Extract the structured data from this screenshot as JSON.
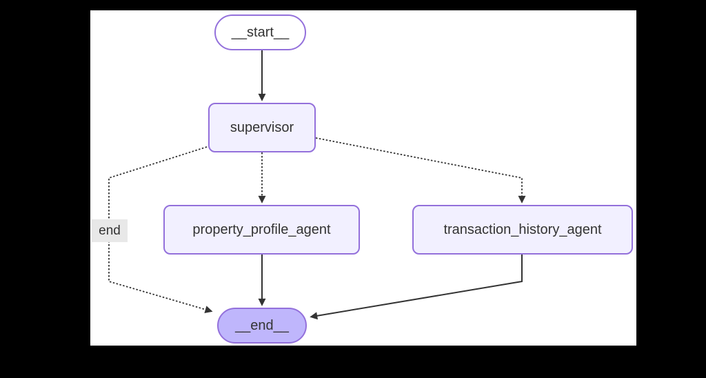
{
  "diagram": {
    "type": "agent-graph-flowchart",
    "colors": {
      "page_background": "#000000",
      "canvas_background": "#ffffff",
      "node_stroke": "#9370DB",
      "node_fill_default": "#f2f0ff",
      "node_fill_end": "#bfb6fc",
      "node_fill_start": "#ffffff",
      "edge_color": "#333333",
      "text_color": "#333333",
      "edge_label_background": "#e8e8e8"
    },
    "nodes": [
      {
        "id": "__start__",
        "label": "__start__",
        "shape": "stadium"
      },
      {
        "id": "supervisor",
        "label": "supervisor",
        "shape": "rect"
      },
      {
        "id": "property_profile_agent",
        "label": "property_profile_agent",
        "shape": "rect"
      },
      {
        "id": "transaction_history_agent",
        "label": "transaction_history_agent",
        "shape": "rect"
      },
      {
        "id": "__end__",
        "label": "__end__",
        "shape": "stadium"
      }
    ],
    "edges": [
      {
        "from": "__start__",
        "to": "supervisor",
        "style": "solid",
        "label": ""
      },
      {
        "from": "supervisor",
        "to": "property_profile_agent",
        "style": "dotted",
        "label": ""
      },
      {
        "from": "supervisor",
        "to": "transaction_history_agent",
        "style": "dotted",
        "label": ""
      },
      {
        "from": "supervisor",
        "to": "__end__",
        "style": "dotted",
        "label": "end"
      },
      {
        "from": "property_profile_agent",
        "to": "__end__",
        "style": "solid",
        "label": ""
      },
      {
        "from": "transaction_history_agent",
        "to": "__end__",
        "style": "solid",
        "label": ""
      }
    ]
  }
}
